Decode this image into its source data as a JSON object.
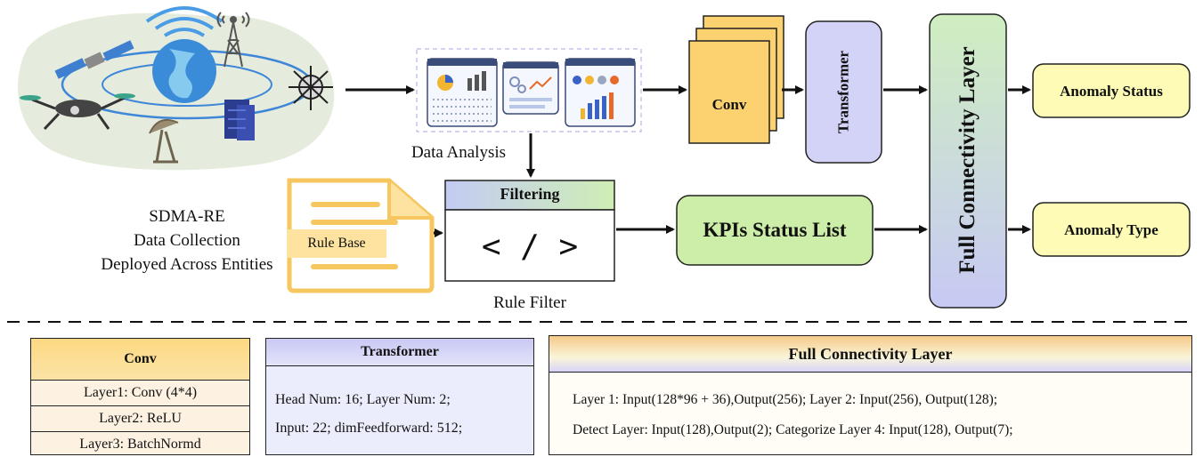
{
  "top": {
    "collection_lines": [
      "SDMA-RE",
      "Data Collection",
      "Deployed Across Entities"
    ],
    "data_analysis": "Data Analysis",
    "rule_base": "Rule Base",
    "filtering": "Filtering",
    "code_symbol": "< / >",
    "rule_filter": "Rule Filter",
    "conv": "Conv",
    "transformer": "Transformer",
    "kpis": "KPIs Status List",
    "full_connectivity": "Full Connectivity Layer",
    "anomaly_status": "Anomaly Status",
    "anomaly_type": "Anomaly Type"
  },
  "details": {
    "conv": {
      "title": "Conv",
      "rows": [
        "Layer1: Conv (4*4)",
        "Layer2: ReLU",
        "Layer3: BatchNormd"
      ]
    },
    "transformer": {
      "title": "Transformer",
      "lines": [
        "Head Num: 16; Layer Num: 2;",
        "Input: 22; dimFeedforward: 512;"
      ]
    },
    "full_connectivity": {
      "title": "Full Connectivity Layer",
      "lines": [
        "Layer 1: Input(128*96 + 36),Output(256); Layer 2: Input(256), Output(128);",
        "Detect Layer: Input(128),Output(2); Categorize Layer 4: Input(128), Output(7);"
      ]
    }
  },
  "colors": {
    "conv_fill": "#fcd16f",
    "transformer_fill": "#d3d2f7",
    "kpi_fill": "#cdeea8",
    "output_fill": "#fdfbb6",
    "rule_doc_fill": "#fde2a0"
  }
}
